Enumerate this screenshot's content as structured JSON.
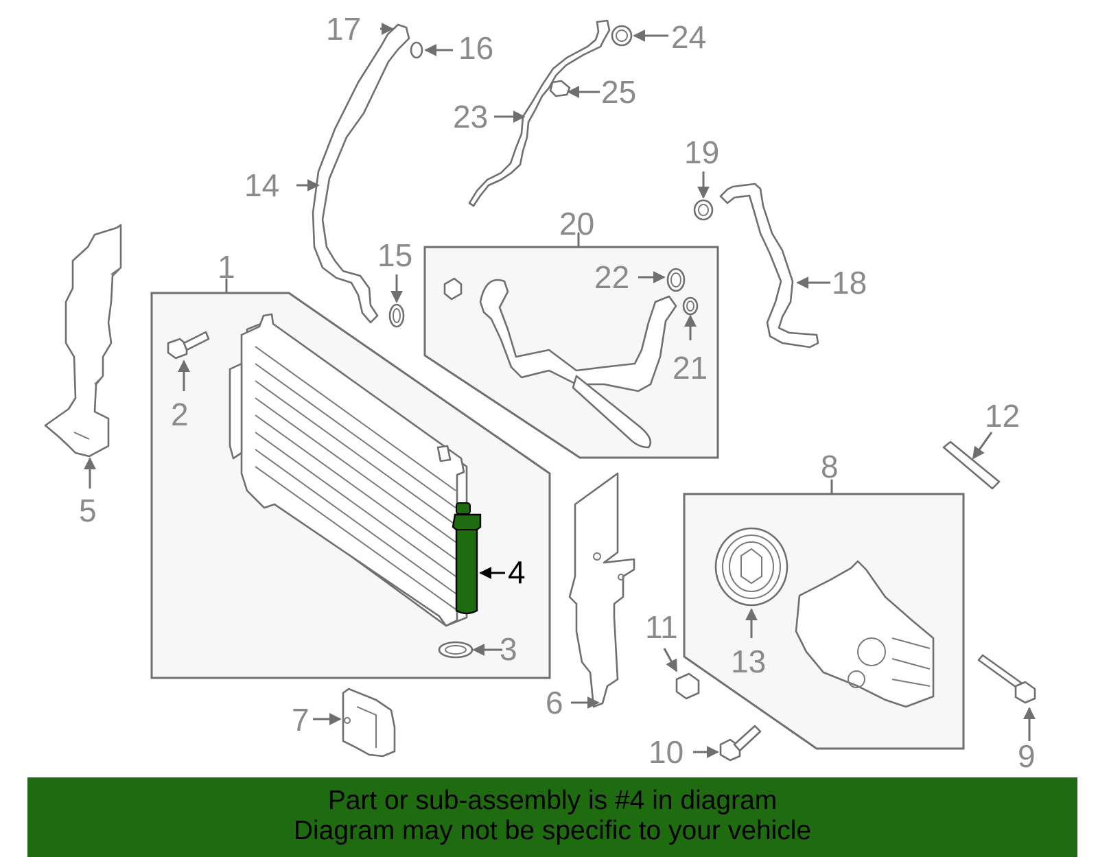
{
  "diagram": {
    "highlight_color": "#1f6b0f",
    "highlighted_part": "4",
    "callouts": [
      "1",
      "2",
      "3",
      "4",
      "5",
      "6",
      "7",
      "8",
      "9",
      "10",
      "11",
      "12",
      "13",
      "14",
      "15",
      "16",
      "17",
      "18",
      "19",
      "20",
      "21",
      "22",
      "23",
      "24",
      "25"
    ]
  },
  "banner": {
    "background": "#1f6b0f",
    "line1": "Part or sub-assembly is #4 in diagram",
    "line2": "Diagram may not be specific to your vehicle"
  }
}
